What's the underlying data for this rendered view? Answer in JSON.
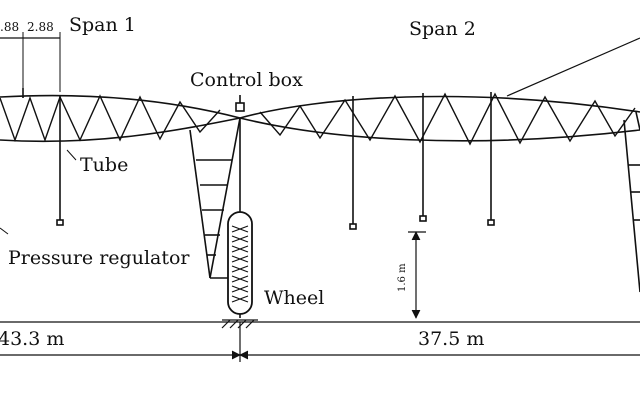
{
  "diagram": {
    "labels": {
      "span1": "Span 1",
      "span2": "Span 2",
      "control_box": "Control box",
      "tube": "Tube",
      "pressure_regulator": "Pressure regulator",
      "wheel": "Wheel",
      "nozzle_spacing_left": ".88",
      "nozzle_spacing_right": "2.88",
      "span1_length": "43.3 m",
      "span2_length": "37.5 m",
      "sprinkler_height": "1.6 m"
    }
  }
}
